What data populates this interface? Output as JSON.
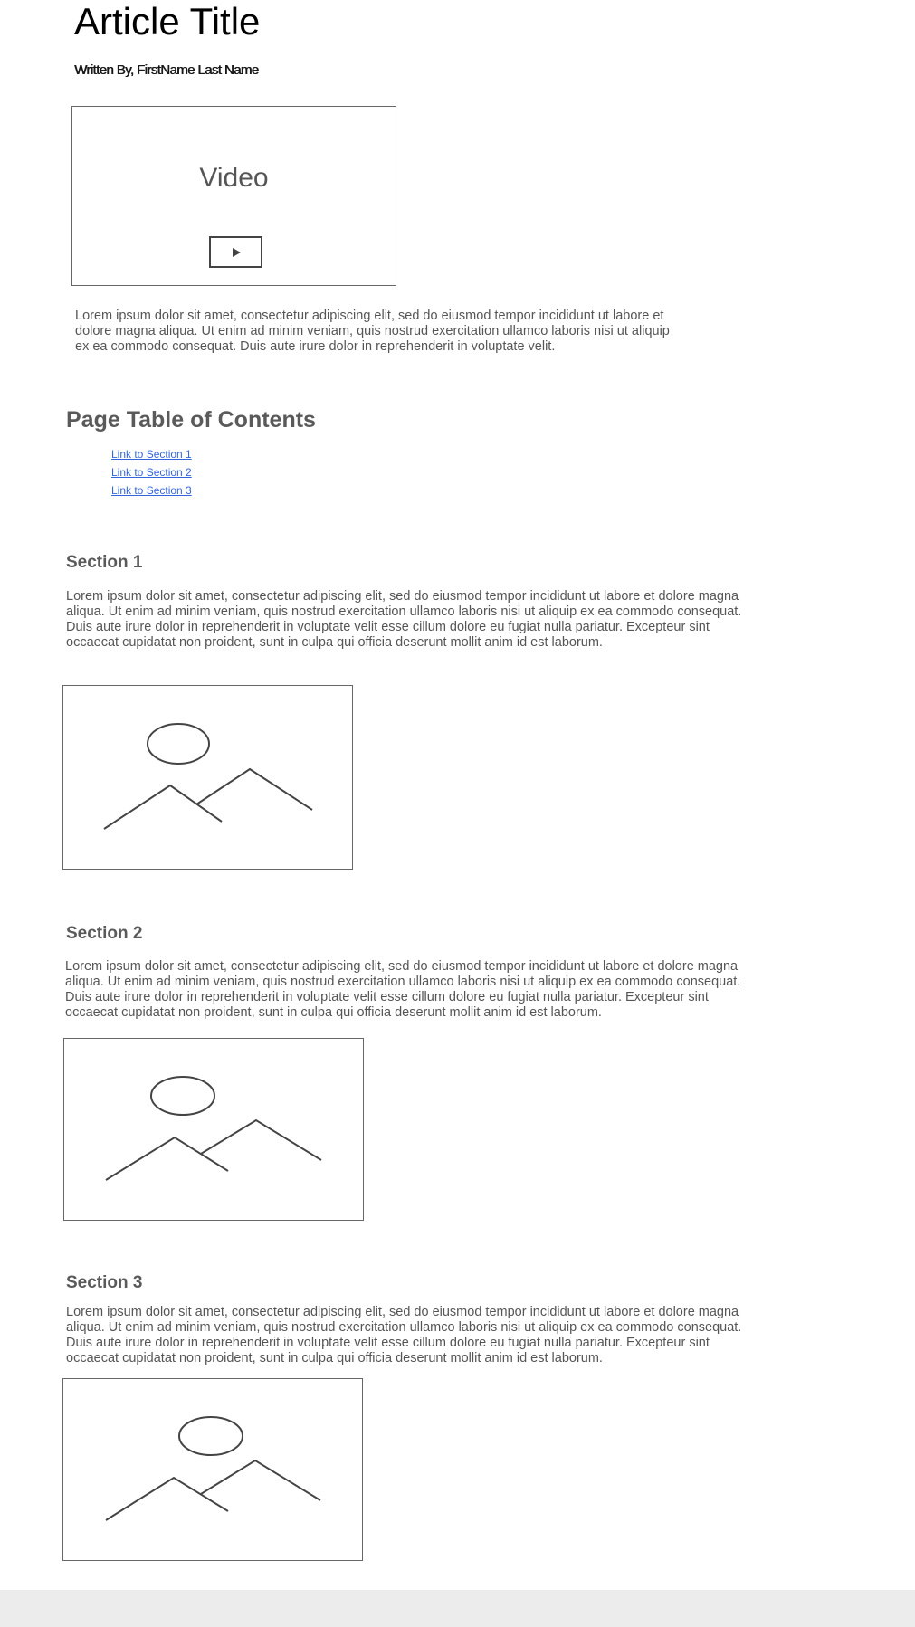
{
  "article": {
    "title": "Article Title",
    "byline": "Written By, FirstName Last Name"
  },
  "video": {
    "label": "Video",
    "play_icon": "play-icon",
    "caption": "Lorem ipsum dolor sit amet, consectetur adipiscing elit, sed do eiusmod tempor incididunt ut labore et dolore magna aliqua. Ut enim ad minim veniam, quis nostrud exercitation ullamco laboris nisi ut aliquip ex ea commodo consequat. Duis aute irure dolor in reprehenderit in voluptate velit."
  },
  "toc": {
    "heading": "Page Table of Contents",
    "links": [
      "Link to Section 1",
      "Link to Section 2",
      "Link to Section 3"
    ]
  },
  "sections": [
    {
      "heading": "Section 1",
      "body": "Lorem ipsum dolor sit amet, consectetur adipiscing elit, sed do eiusmod tempor incididunt ut labore et dolore magna aliqua. Ut enim ad minim veniam, quis nostrud exercitation ullamco laboris nisi ut aliquip ex ea commodo consequat. Duis aute irure dolor in reprehenderit in voluptate velit esse cillum dolore eu fugiat nulla pariatur. Excepteur sint occaecat cupidatat non proident, sunt in culpa qui officia deserunt mollit anim id est laborum.",
      "image_icon": "image-placeholder-icon"
    },
    {
      "heading": "Section 2",
      "body": "Lorem ipsum dolor sit amet, consectetur adipiscing elit, sed do eiusmod tempor incididunt ut labore et dolore magna aliqua. Ut enim ad minim veniam, quis nostrud exercitation ullamco laboris nisi ut aliquip ex ea commodo consequat. Duis aute irure dolor in reprehenderit in voluptate velit esse cillum dolore eu fugiat nulla pariatur. Excepteur sint occaecat cupidatat non proident, sunt in culpa qui officia deserunt mollit anim id est laborum.",
      "image_icon": "image-placeholder-icon"
    },
    {
      "heading": "Section 3",
      "body": "Lorem ipsum dolor sit amet, consectetur adipiscing elit, sed do eiusmod tempor incididunt ut labore et dolore magna aliqua. Ut enim ad minim veniam, quis nostrud exercitation ullamco laboris nisi ut aliquip ex ea commodo consequat. Duis aute irure dolor in reprehenderit in voluptate velit esse cillum dolore eu fugiat nulla pariatur. Excepteur sint occaecat cupidatat non proident, sunt in culpa qui officia deserunt mollit anim id est laborum.",
      "image_icon": "image-placeholder-icon"
    }
  ],
  "colors": {
    "link": "#3366dd",
    "text": "#555555",
    "footer": "#ececec"
  }
}
